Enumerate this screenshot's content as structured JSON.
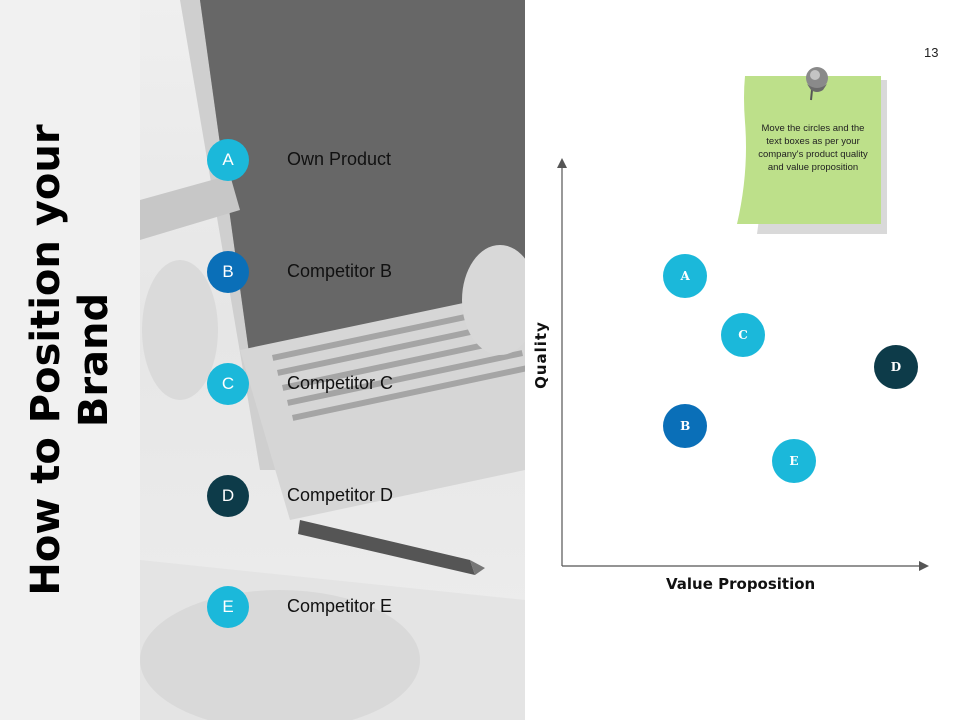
{
  "title": {
    "line1": "How to Position your",
    "line2": "Brand"
  },
  "page_number": "13",
  "legend": [
    {
      "letter": "A",
      "label": "Own Product",
      "color": "#1bb8da"
    },
    {
      "letter": "B",
      "label": "Competitor B",
      "color": "#0a6fb8"
    },
    {
      "letter": "C",
      "label": "Competitor C",
      "color": "#1bb8da"
    },
    {
      "letter": "D",
      "label": "Competitor D",
      "color": "#0d3b49"
    },
    {
      "letter": "E",
      "label": "Competitor E",
      "color": "#1bb8da"
    }
  ],
  "note": {
    "text": "Move the circles and the text boxes as per your company's product quality and value proposition",
    "color": "#bde08a",
    "icon": "pushpin-icon"
  },
  "chart_data": {
    "type": "scatter",
    "xlabel": "Value Proposition",
    "ylabel": "Quality",
    "xlim": [
      0,
      100
    ],
    "ylim": [
      0,
      100
    ],
    "axis_ticks": false,
    "points": [
      {
        "label": "A",
        "x": 28,
        "y": 77,
        "color": "#1bb8da"
      },
      {
        "label": "B",
        "x": 28,
        "y": 34,
        "color": "#0a6fb8"
      },
      {
        "label": "C",
        "x": 45,
        "y": 60,
        "color": "#1bb8da"
      },
      {
        "label": "D",
        "x": 90,
        "y": 51,
        "color": "#0d3b49"
      },
      {
        "label": "E",
        "x": 60,
        "y": 24,
        "color": "#1bb8da"
      }
    ]
  }
}
